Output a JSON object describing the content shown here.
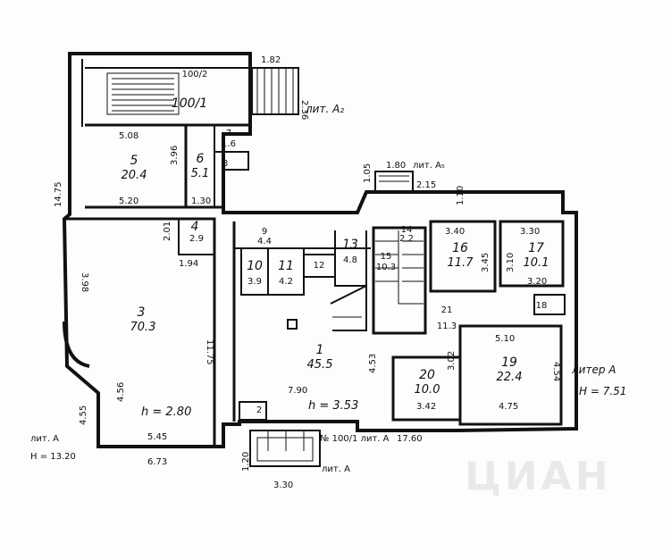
{
  "plan": {
    "rooms": [
      {
        "num": "100/1",
        "area": "100/2"
      },
      {
        "num": "5",
        "area": "20.4"
      },
      {
        "num": "6",
        "area": "5.1"
      },
      {
        "num": "7",
        "area": "1.6"
      },
      {
        "num": "8",
        "area": ""
      },
      {
        "num": "3",
        "area": "70.3"
      },
      {
        "num": "4",
        "area": "2.9"
      },
      {
        "num": "9",
        "area": "4.4"
      },
      {
        "num": "10",
        "area": "3.9"
      },
      {
        "num": "11",
        "area": "4.2"
      },
      {
        "num": "12",
        "area": ""
      },
      {
        "num": "13",
        "area": "4.8"
      },
      {
        "num": "14",
        "area": "2.2"
      },
      {
        "num": "15",
        "area": "10.3"
      },
      {
        "num": "16",
        "area": "11.7"
      },
      {
        "num": "17",
        "area": "10.1"
      },
      {
        "num": "18",
        "area": ""
      },
      {
        "num": "1",
        "area": "45.5"
      },
      {
        "num": "2",
        "area": ""
      },
      {
        "num": "19",
        "area": "22.4"
      },
      {
        "num": "20",
        "area": "10.0"
      },
      {
        "num": "21",
        "area": "11.3"
      }
    ],
    "dimensions": [
      "1.82",
      "2.36",
      "5.08",
      "3.96",
      "1.30",
      "5.20",
      "14.75",
      "2.01",
      "1.94",
      "3.98",
      "11.75",
      "4.56",
      "4.55",
      "5.45",
      "6.73",
      "1.80",
      "2.15",
      "1.05",
      "1.10",
      "3.40",
      "3.45",
      "3.30",
      "3.10",
      "3.20",
      "5.10",
      "4.54",
      "3.02",
      "3.42",
      "4.75",
      "7.90",
      "4.53",
      "17.60",
      "1.20",
      "3.30"
    ],
    "notes": {
      "lit_a_top": "лит. А₂",
      "lit_a5": "лит. А₅",
      "litera_a": "литер А",
      "h_right": "H = 7.51",
      "h_room3": "h = 2.80",
      "h_room1": "h = 3.53",
      "lit_bottom_left": "лит. А",
      "h_bottom_left": "H = 13.20",
      "lit_bottom": "№ 100/1 лит. А",
      "lit_bottom_right": "лит. А"
    },
    "watermark": "ЦИАН"
  }
}
